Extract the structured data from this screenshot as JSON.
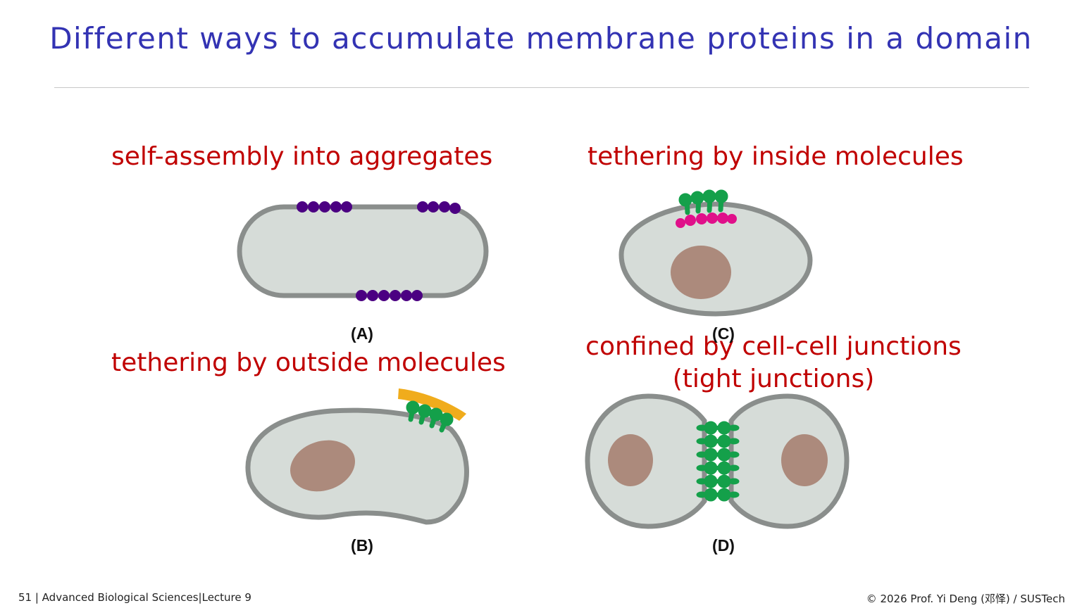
{
  "slide": {
    "title": "Different ways to accumulate membrane proteins in a domain"
  },
  "panels": {
    "a": {
      "caption": "self-assembly into aggregates",
      "label": "(A)"
    },
    "b": {
      "caption": "tethering by outside molecules",
      "label": "(B)"
    },
    "c": {
      "caption": "tethering by inside molecules",
      "label": "(C)"
    },
    "d": {
      "caption_line1": "confined by cell-cell junctions",
      "caption_line2": "(tight junctions)",
      "label": "(D)"
    }
  },
  "colors": {
    "title": "#3333b3",
    "caption": "#c00000",
    "cell_fill": "#d6dcd8",
    "cell_border": "#8a8e8c",
    "nucleus": "#ac8a7c",
    "aggregate_protein": "#4b0082",
    "green_protein": "#14a04a",
    "magenta_protein": "#e0108a",
    "extracellular_matrix": "#f0ac1c"
  },
  "footer": {
    "left": "51 | Advanced Biological Sciences|Lecture 9",
    "right": "© 2026 Prof. Yi Deng (邓怿) / SUSTech"
  }
}
